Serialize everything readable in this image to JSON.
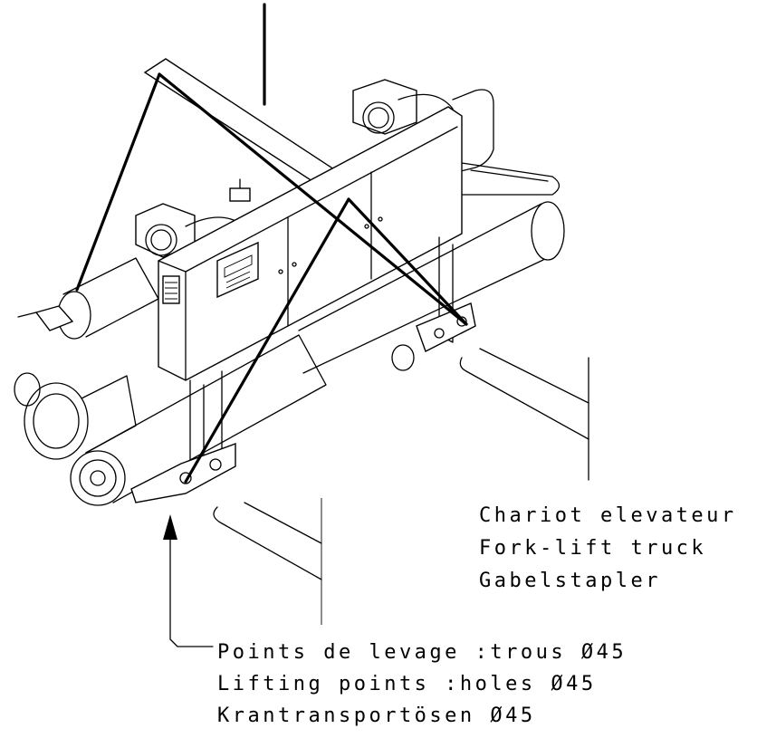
{
  "callouts": {
    "forklift": {
      "line1": "Chariot elevateur",
      "line2": "Fork-lift truck",
      "line3": "Gabelstapler"
    },
    "lifting_points": {
      "line1": "Points de levage :trous Ø45",
      "line2": "Lifting points :holes Ø45",
      "line3": "Krantransportösen Ø45"
    }
  }
}
